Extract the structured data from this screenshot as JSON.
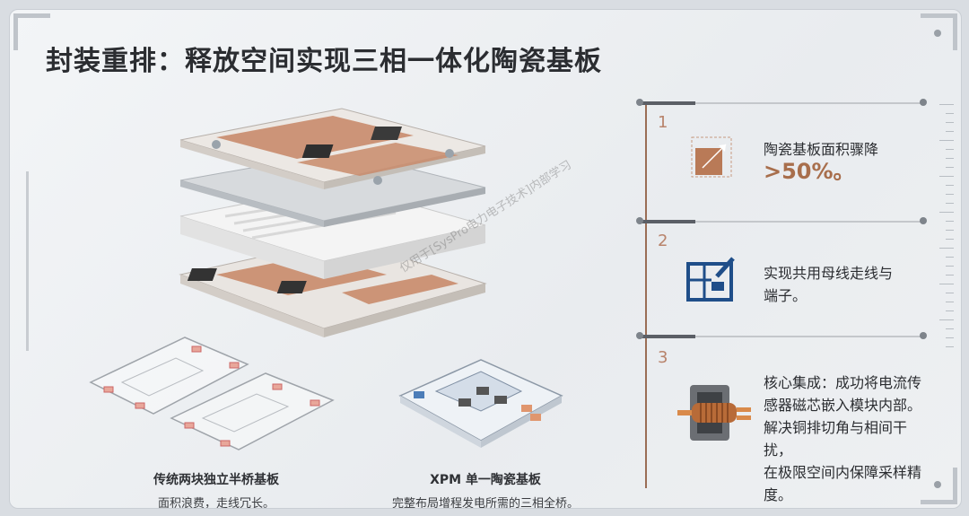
{
  "title": "封装重排：释放空间实现三相一体化陶瓷基板",
  "watermark": "仅用于[SysPro电力电子技术]内部学习",
  "captions": {
    "left_heading": "传统两块独立半桥基板",
    "left_sub": "面积浪费，走线冗长。",
    "right_heading": "XPM 单一陶瓷基板",
    "right_sub": "完整布局增程发电所需的三相全桥。"
  },
  "benefits": [
    {
      "num": "1",
      "text": "陶瓷基板面积骤降",
      "highlight": ">50%。",
      "icon": "area-shrink-icon"
    },
    {
      "num": "2",
      "text_line1": "实现共用母线走线与",
      "text_line2": "端子。",
      "icon": "busbar-layout-icon"
    },
    {
      "num": "3",
      "lines": [
        "核心集成：成功将电流传",
        "感器磁芯嵌入模块内部。",
        "解决铜排切角与相间干扰，",
        "在极限空间内保障采样精",
        "度。"
      ],
      "icon": "current-sensor-core-icon"
    }
  ],
  "colors": {
    "copper": "#c98b6b",
    "accent": "#a86e4c",
    "icon_blue": "#1f4e89"
  }
}
